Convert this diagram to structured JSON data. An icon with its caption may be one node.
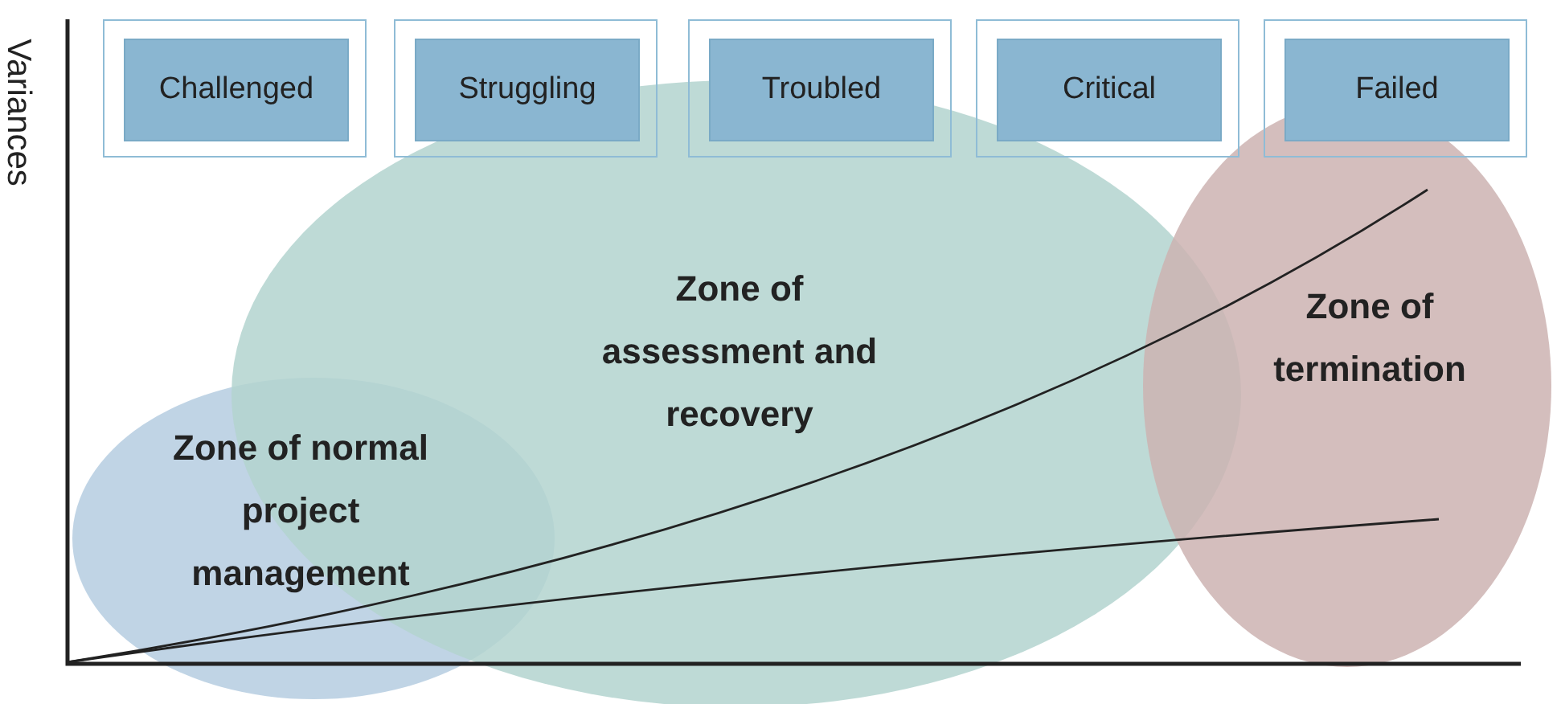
{
  "diagram": {
    "nodes": [
      {
        "text": [],
        "shape": "box"
      },
      {
        "text": [
          "Challenged"
        ],
        "in": 0
      },
      {
        "text": [],
        "shape": "box"
      },
      {
        "text": [
          "Struggling"
        ],
        "in": 2
      },
      {
        "text": [],
        "shape": "box"
      },
      {
        "text": [
          "Troubled"
        ],
        "in": 4
      },
      {
        "text": [],
        "shape": "box"
      },
      {
        "text": [
          "Critical"
        ],
        "in": 6
      },
      {
        "text": [],
        "shape": "box"
      },
      {
        "text": [
          "Failed"
        ],
        "in": 8
      },
      {
        "text": [
          "Zone of normal project management"
        ]
      },
      {
        "text": [
          "Zone of assessment and recovery"
        ]
      },
      {
        "text": [
          "Zone of termination"
        ]
      }
    ],
    "labels": [
      "Variances"
    ]
  }
}
